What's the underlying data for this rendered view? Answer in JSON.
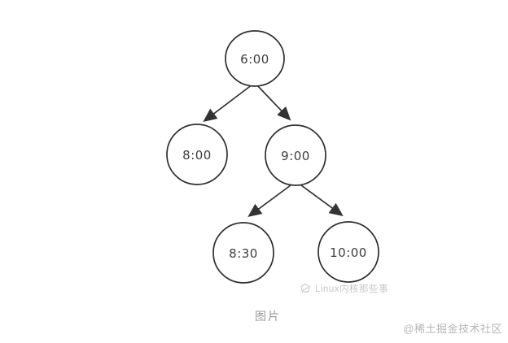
{
  "page": {
    "background_color": "#ffffff",
    "stroke_color": "#2f2f2f",
    "node_text_color": "#3d3d3d"
  },
  "diagram": {
    "type": "binary-tree",
    "nodes": [
      {
        "id": "root",
        "label": "6:00"
      },
      {
        "id": "left",
        "label": "8:00"
      },
      {
        "id": "right",
        "label": "9:00"
      },
      {
        "id": "right-left",
        "label": "8:30"
      },
      {
        "id": "right-right",
        "label": "10:00"
      }
    ],
    "edges": [
      {
        "from": "6:00",
        "to": "8:00"
      },
      {
        "from": "6:00",
        "to": "9:00"
      },
      {
        "from": "9:00",
        "to": "8:30"
      },
      {
        "from": "9:00",
        "to": "10:00"
      }
    ]
  },
  "watermark": {
    "icon": "linux-logo-icon",
    "text": "Linux内核那些事",
    "color": "#c7c7c7"
  },
  "caption": {
    "text": "图片",
    "color": "#999999"
  },
  "credit": {
    "text": "@稀土掘金技术社区",
    "color": "#b5b5b5"
  }
}
